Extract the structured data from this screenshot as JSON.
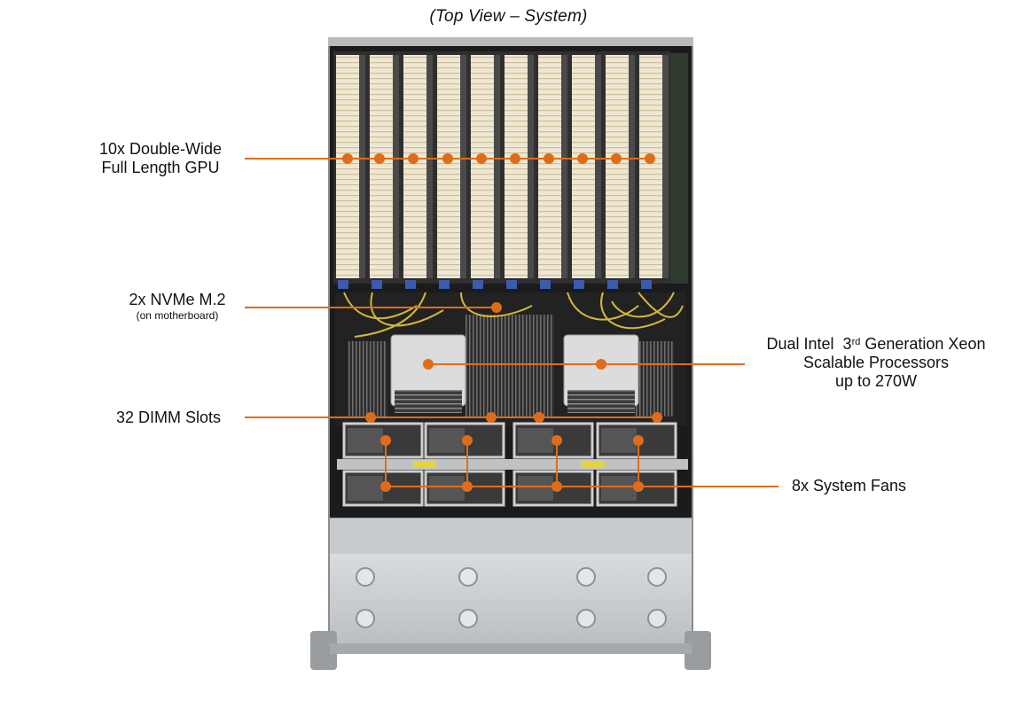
{
  "title": "(Top View – System)",
  "colors": {
    "callout": "#e06c1a",
    "chassis": "#c9cdd0",
    "gpu_fin": "#e6ddc6",
    "gpu_frame": "#3a3a3a"
  },
  "callouts": {
    "gpu": {
      "line1": "10x Double-Wide",
      "line2": "Full Length GPU"
    },
    "nvme": {
      "line1": "2x NVMe M.2",
      "line2": "(on motherboard)"
    },
    "dimm": {
      "line1": "32 DIMM Slots"
    },
    "cpu": {
      "line1_pre": "Dual Intel  3",
      "line1_sup": "rd",
      "line1_post": " Generation Xeon",
      "line2": "Scalable Processors",
      "line3": "up to 270W"
    },
    "fans": {
      "line1": "8x System Fans"
    }
  }
}
